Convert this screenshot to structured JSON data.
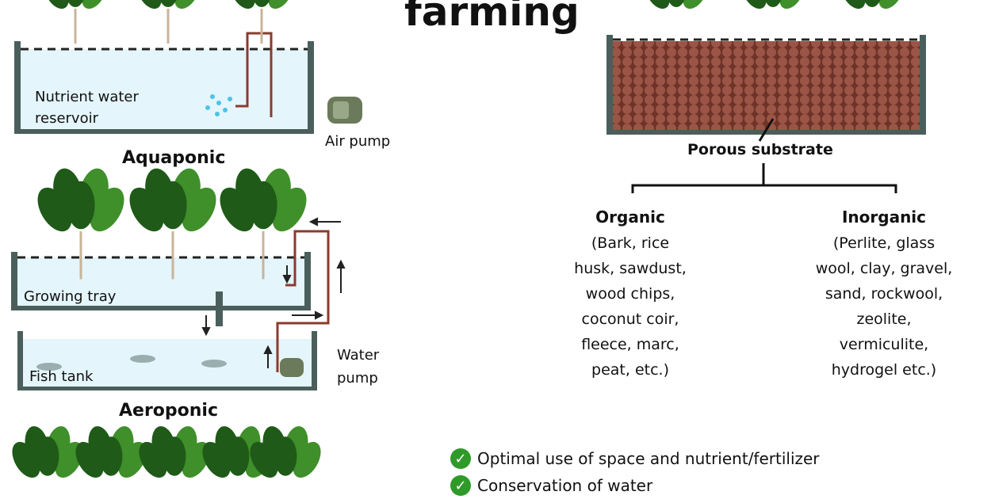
{
  "title": "farming",
  "hydroponic": {
    "reservoir_label_1": "Nutrient water",
    "reservoir_label_2": "reservoir",
    "pump_label": "Air pump"
  },
  "aquaponic": {
    "heading": "Aquaponic",
    "tray_label": "Growing tray",
    "tank_label": "Fish tank",
    "pump_label_1": "Water",
    "pump_label_2": "pump"
  },
  "aeroponic": {
    "heading": "Aeroponic"
  },
  "substrate": {
    "label": "Porous substrate",
    "organic": {
      "heading": "Organic",
      "lines": [
        "(Bark, rice",
        "husk, sawdust,",
        "wood chips,",
        "coconut coir,",
        "fleece, marc,",
        "peat, etc.)"
      ]
    },
    "inorganic": {
      "heading": "Inorganic",
      "lines": [
        "(Perlite, glass",
        "wool, clay, gravel,",
        "sand, rockwool,",
        "zeolite,",
        "vermiculite,",
        "hydrogel etc.)"
      ]
    }
  },
  "benefits": [
    "Optimal use of space and nutrient/fertilizer",
    "Conservation of water"
  ],
  "colors": {
    "leaf": "#3f8f2a",
    "leaf_dark": "#1f5a18",
    "water": "#e4f5fb",
    "tank": "#4a5f5c",
    "pipe": "#8b3a2e",
    "substrate": "#8a4a3c",
    "check": "#2f9a2a"
  }
}
